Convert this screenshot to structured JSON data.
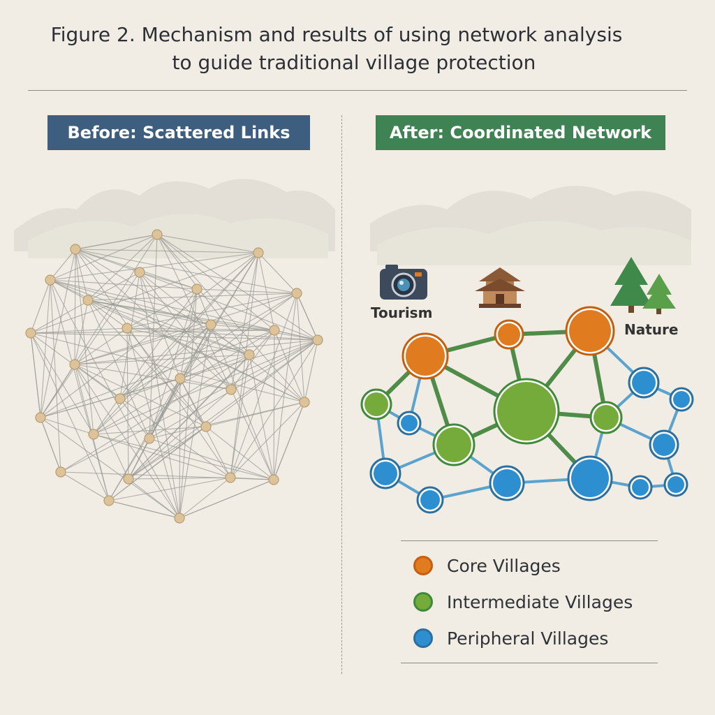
{
  "title": {
    "line1": "Figure 2. Mechanism and results of using network analysis",
    "line2": "to guide traditional village protection"
  },
  "panels": {
    "before": {
      "heading": "Before: Scattered Links"
    },
    "after": {
      "heading": "After: Coordinated Network"
    }
  },
  "icons": {
    "tourism": {
      "icon": "camera-icon",
      "label": "Tourism"
    },
    "heritage": {
      "icon": "pavilion-icon"
    },
    "nature": {
      "icon": "pine-trees-icon",
      "label": "Nature"
    }
  },
  "legend": [
    {
      "label": "Core Villages",
      "color": "#e07b20",
      "border": "#c45f10"
    },
    {
      "label": "Intermediate Villages",
      "color": "#74ab3a",
      "border": "#3f8a3a"
    },
    {
      "label": "Peripheral Villages",
      "color": "#2e8fd0",
      "border": "#2a6f9e"
    }
  ],
  "colors": {
    "core": "#e07b20",
    "intermediate": "#74ab3a",
    "peripheral": "#2e8fd0",
    "before_node": "#dcc39a",
    "before_edge": "#9a9a96",
    "green_link": "#4f8c48",
    "blue_link": "#5aa3cf"
  }
}
